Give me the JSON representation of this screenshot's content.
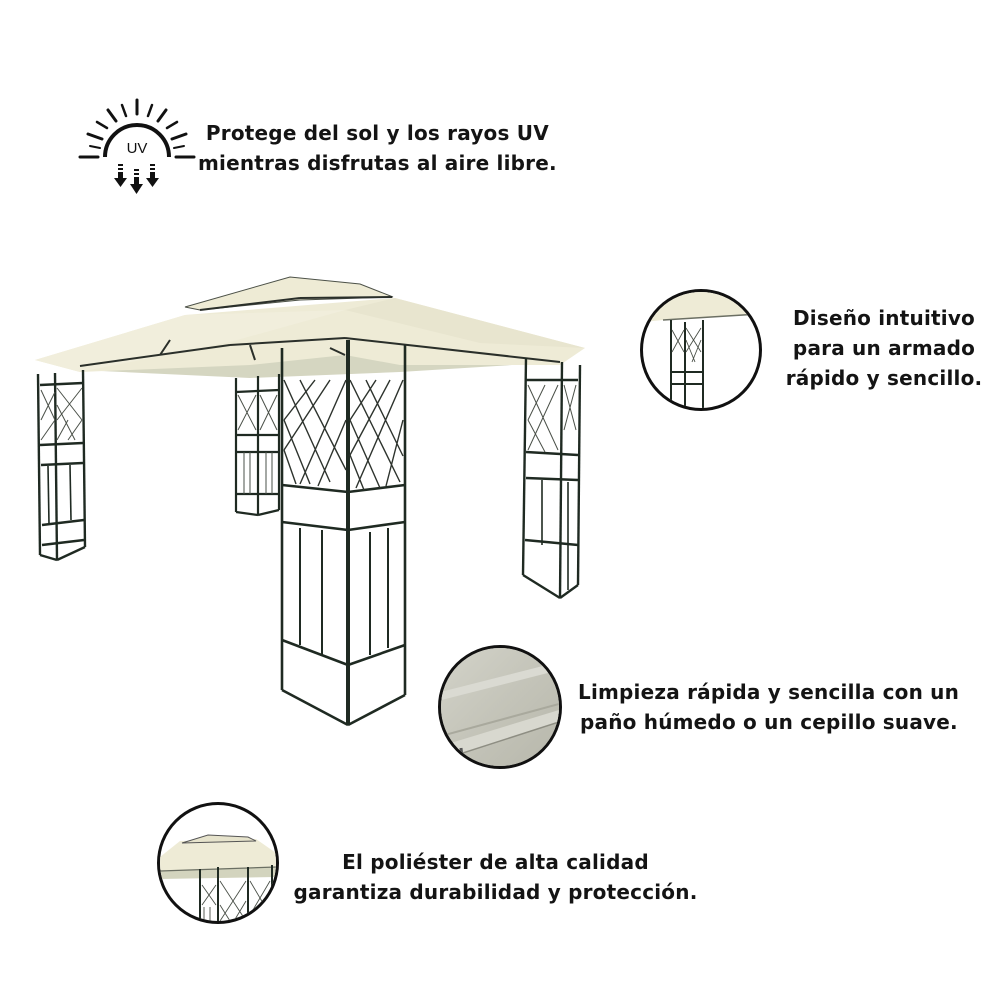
{
  "colors": {
    "canopy": "#eeebd6",
    "canopy_shadow": "#d3d3bb",
    "frame": "#1f2a22",
    "text": "#141414",
    "background": "#ffffff"
  },
  "uv_badge": {
    "icon": "uv-sun-icon",
    "label": "UV"
  },
  "features": [
    {
      "id": "uv-protection",
      "icon": "uv-sun-icon",
      "lines": [
        "Protege del sol y los rayos UV",
        "mientras disfrutas al aire libre."
      ]
    },
    {
      "id": "easy-assembly",
      "icon": "gazebo-corner-thumbnail",
      "lines": [
        "Diseño intuitivo",
        "para un armado",
        "rápido y sencillo."
      ]
    },
    {
      "id": "easy-cleaning",
      "icon": "fabric-closeup-thumbnail",
      "lines": [
        "Limpieza rápida y sencilla con un",
        "paño húmedo o un cepillo suave."
      ]
    },
    {
      "id": "durable-polyester",
      "icon": "canopy-roof-thumbnail",
      "lines": [
        "El poliéster de alta calidad",
        "garantiza durabilidad y protección."
      ]
    }
  ],
  "product_image": {
    "subject": "gazebo-with-double-roof-canopy-and-lattice-corner-panels"
  }
}
